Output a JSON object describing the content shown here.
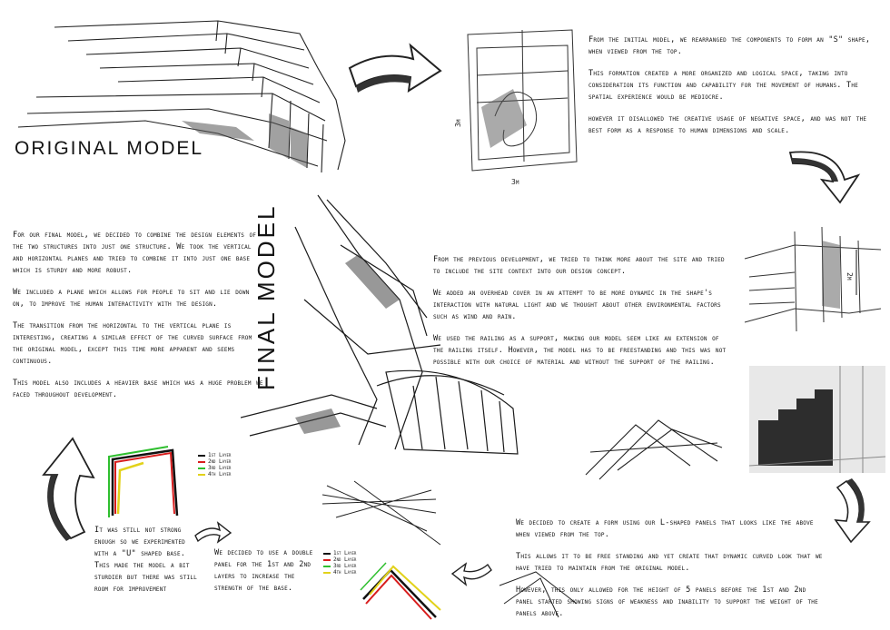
{
  "titles": {
    "original": "ORIGINAL MODEL",
    "final": "FINAL MODEL"
  },
  "dimensions": {
    "top_left": "3m",
    "top_bottom": "3m",
    "right": "2m"
  },
  "text_top_right": [
    "From the initial model, we rearranged the components to form an \"S\" shape, when viewed from the top.",
    "This formation created a more organized and logical space, taking into consideration its function and capability for the movement of humans. The spatial experience would be mediocre.",
    "however it disallowed the creative usage of negative space, and was not the best form as a response to human dimensions and scale."
  ],
  "text_left": [
    "For our final model, we decided to combine the design elements of the two structures into just one structure. We took the vertical and horizontal planes and tried to combine it into just one base which is sturdy and more robust.",
    "We included a plane which allows for people to sit and lie down on, to improve the human interactivity with the design.",
    "The transition from the horizontal to the vertical plane is interesting, creating a similar effect of the curved surface from the original model, except this time more apparent and seems continuous.",
    "This model also includes a heavier base which was a huge problem we faced throughout development."
  ],
  "text_middle": [
    "From the previous development, we tried to think more about the site and tried to include the site context into our design concept.",
    "We added an overhead cover in an attempt to be more dynamic in the shape's interaction with natural light and we thought about other environmental factors such as wind and rain.",
    "We used the railing as a support, making our model seem like an extension of the railing itself. However, the model has to be freestanding and this was not possible with our choice of material and without the support of the railing."
  ],
  "text_u": "It was still not strong enough so we experimented with a \"U\" shaped base. This made the model a bit sturdier but there was still room for improvement",
  "text_double": "We decided to use a double panel for the 1st and 2nd layers to increase the strength of the base.",
  "text_bottom_right": [
    "We decided to create a form using our L-shaped panels that looks like the above when viewed from the top.",
    "This allows it to be free standing and yet create that dynamic curved look that we have tried to maintain from the original model.",
    "However, this only allowed for the height of 5 panels before the 1st and 2nd panel started showing signs of weakness and inability to support the weight of the panels above."
  ],
  "legend1": [
    {
      "label": "1st Layer",
      "color": "#111111"
    },
    {
      "label": "2nd Layer",
      "color": "#d81d1d"
    },
    {
      "label": "3rd Layer",
      "color": "#2fbf2f"
    },
    {
      "label": "4th Layer",
      "color": "#e2d21a"
    }
  ],
  "legend2": [
    {
      "label": "1st Layer",
      "color": "#111111"
    },
    {
      "label": "2nd Layer",
      "color": "#d81d1d"
    },
    {
      "label": "3rd Layer",
      "color": "#2fbf2f"
    },
    {
      "label": "4th Layer",
      "color": "#e2d21a"
    }
  ]
}
